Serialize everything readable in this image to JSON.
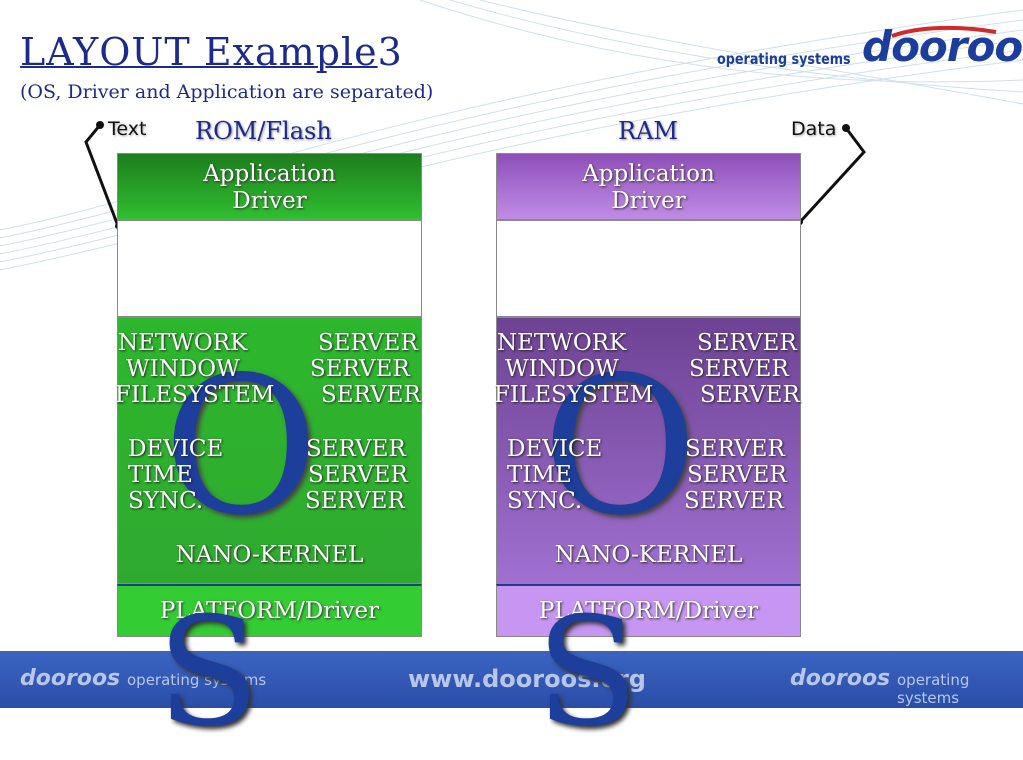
{
  "title": {
    "main": "LAYOUT Example",
    "suffix": "3",
    "subtitle": "(OS, Driver and Application are separated)"
  },
  "brand": {
    "tagline": "operating systems",
    "logo": "dooroos"
  },
  "callouts": {
    "left": "Text",
    "right": "Data"
  },
  "columns": [
    {
      "label": "ROM/Flash",
      "app_line1": "Application",
      "app_line2": "Driver",
      "os_letter": "O",
      "servers": [
        {
          "name": "NETWORK",
          "type": "SERVER"
        },
        {
          "name": "WINDOW",
          "type": "SERVER"
        },
        {
          "name": "FILESYSTEM",
          "type": "SERVER"
        },
        {
          "name": "DEVICE",
          "type": "SERVER"
        },
        {
          "name": "TIME",
          "type": "SERVER"
        },
        {
          "name": "SYNC.",
          "type": "SERVER"
        }
      ],
      "kernel": "NANO-KERNEL",
      "platform": "PLATFORM/Driver",
      "s_letter": "S",
      "color": "#2fbf2f"
    },
    {
      "label": "RAM",
      "app_line1": "Application",
      "app_line2": "Driver",
      "os_letter": "O",
      "servers": [
        {
          "name": "NETWORK",
          "type": "SERVER"
        },
        {
          "name": "WINDOW",
          "type": "SERVER"
        },
        {
          "name": "FILESYSTEM",
          "type": "SERVER"
        },
        {
          "name": "DEVICE",
          "type": "SERVER"
        },
        {
          "name": "TIME",
          "type": "SERVER"
        },
        {
          "name": "SYNC.",
          "type": "SERVER"
        }
      ],
      "kernel": "NANO-KERNEL",
      "platform": "PLATFORM/Driver",
      "s_letter": "S",
      "color": "#a070d0"
    }
  ],
  "footer": {
    "logo_left": "dooroos",
    "tag_left": "operating systems",
    "url": "www.dooroos.org",
    "logo_right": "dooroos",
    "tag_right": "operating systems"
  },
  "colors": {
    "title": "#1d2a8c",
    "footer": "#2a4ea8",
    "letters": "#1d3e9a"
  }
}
